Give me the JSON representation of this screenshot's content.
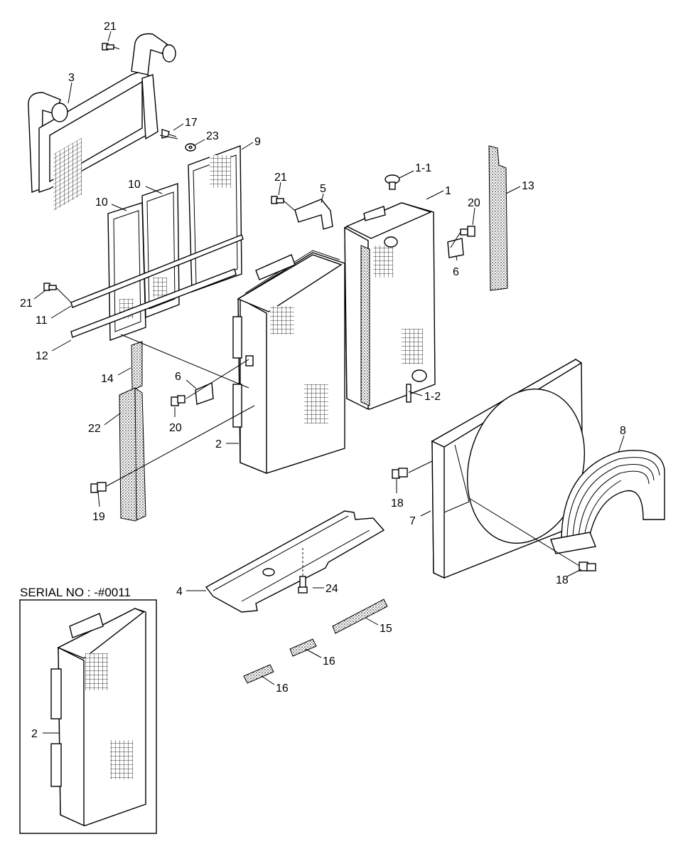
{
  "diagram": {
    "serial_note": "SERIAL NO : -#0011",
    "callouts": {
      "c21a": "21",
      "c3": "3",
      "c17": "17",
      "c23": "23",
      "c9": "9",
      "c10a": "10",
      "c10b": "10",
      "c21b": "21",
      "c5": "5",
      "c1_1": "1-1",
      "c1": "1",
      "c13": "13",
      "c20a": "20",
      "c6a": "6",
      "c21c": "21",
      "c11": "11",
      "c12": "12",
      "c14": "14",
      "c6b": "6",
      "c20b": "20",
      "c22": "22",
      "c2": "2",
      "c1_2": "1-2",
      "c8": "8",
      "c18a": "18",
      "c7": "7",
      "c19": "19",
      "c4": "4",
      "c24": "24",
      "c18b": "18",
      "c15": "15",
      "c16a": "16",
      "c16b": "16",
      "c2_inset": "2"
    }
  }
}
